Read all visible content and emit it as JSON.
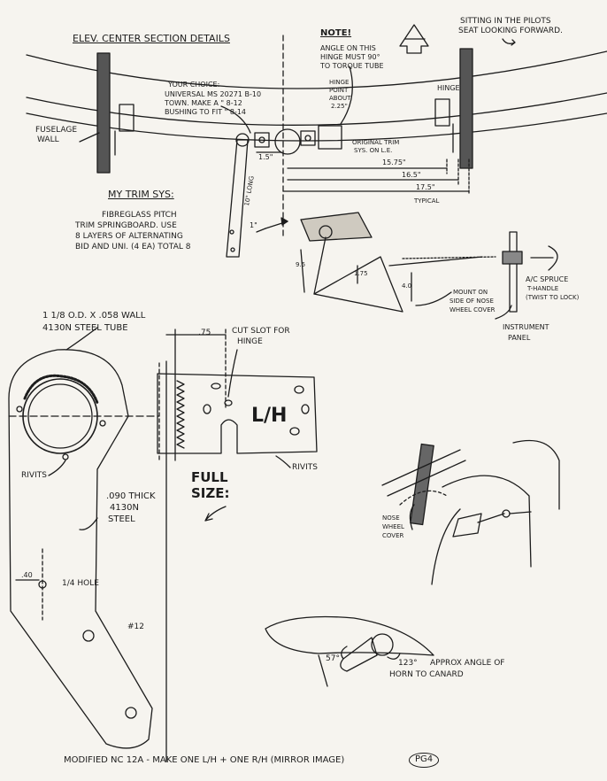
{
  "top": {
    "title": "ELEV. CENTER SECTION DETAILS",
    "note_title": "NOTE!",
    "note_lines": [
      "ANGLE ON THIS",
      "HINGE MUST 90°",
      "TO TORQUE TUBE"
    ],
    "view_lines": [
      "SITTING IN THE PILOTS",
      "SEAT LOOKING FORWARD."
    ],
    "fuselage": [
      "FUSELAGE",
      "WALL"
    ],
    "hinge": "HINGE",
    "choice_lines": [
      "YOUR CHOICE:",
      "UNIVERSAL MS 20271 B-10",
      "TOWN. MAKE A \" 8-12",
      "BUSHING TO FIT \" 8-14"
    ],
    "hinge_point": [
      "HINGE",
      "POINT",
      "ABOUT",
      "2.25\""
    ],
    "orig_trim": [
      "ORIGINAL TRIM",
      "SYS. ON L.E."
    ],
    "dims": {
      "d1": "1.5\"",
      "d2": "15.75\"",
      "d3": "16.5\"",
      "d4": "17.5\"",
      "typical": "TYPICAL",
      "d10": "10\" LONG"
    }
  },
  "trim": {
    "heading": "MY TRIM SYS:",
    "fiberglass_lines": [
      "FIBREGLASS PITCH",
      "TRIM SPRINGBOARD. USE",
      "8 LAYERS OF ALTERNATING",
      "BID AND UNI. (4 EA) TOTAL 8"
    ],
    "d1": "1\"",
    "d175": "1.75",
    "d40": "4.0",
    "d95": "9.5",
    "mount": [
      "MOUNT ON",
      "SIDE OF NOSE",
      "WHEEL COVER"
    ],
    "spruce": [
      "A/C SPRUCE",
      "T-HANDLE",
      "(TWIST TO LOCK)"
    ],
    "panel": [
      "INSTRUMENT",
      "PANEL"
    ]
  },
  "detail": {
    "tube_lines": [
      "1 1/8 O.D. X .058 WALL",
      "4130N STEEL TUBE"
    ],
    "d75": ".75",
    "cut_lines": [
      "CUT SLOT FOR",
      "HINGE"
    ],
    "lh": "L/H",
    "rivits_right": "RIVITS",
    "rivits_left": "RIVITS",
    "full_size": [
      "FULL",
      "SIZE:"
    ],
    "steel_lines": [
      ".090 THICK",
      "4130N",
      "STEEL"
    ],
    "d40": ".40",
    "hole": "1/4 HOLE",
    "n12": "#12",
    "nose": [
      "NOSE",
      "WHEEL",
      "COVER"
    ]
  },
  "canard": {
    "a57": "57°",
    "a123": "123°",
    "approx_lines": [
      "APPROX ANGLE OF",
      "HORN TO CANARD"
    ]
  },
  "footer": {
    "text": "MODIFIED NC 12A - MAKE ONE L/H + ONE R/H (MIRROR IMAGE)",
    "page": "PG4"
  },
  "colors": {
    "ink": "#1c1c1c",
    "paper": "#f6f4ef"
  }
}
